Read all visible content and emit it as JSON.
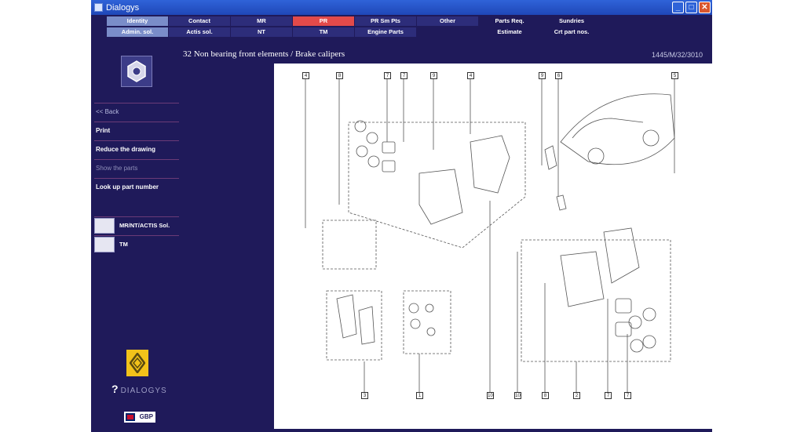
{
  "window": {
    "title": "Dialogys"
  },
  "menu": {
    "row1": [
      {
        "label": "Identity",
        "style": "light"
      },
      {
        "label": "Contact",
        "style": "dark"
      },
      {
        "label": "MR",
        "style": "dark"
      },
      {
        "label": "PR",
        "style": "red"
      },
      {
        "label": "PR Sm Pts",
        "style": "dark"
      },
      {
        "label": "Other",
        "style": "dark"
      },
      {
        "label": "Parts Req.",
        "style": "none"
      },
      {
        "label": "Sundries",
        "style": "none"
      }
    ],
    "row2": [
      {
        "label": "Admin. sol.",
        "style": "light"
      },
      {
        "label": "Actis sol.",
        "style": "dark"
      },
      {
        "label": "NT",
        "style": "dark"
      },
      {
        "label": "TM",
        "style": "dark"
      },
      {
        "label": "Engine Parts",
        "style": "dark"
      },
      {
        "label": "",
        "style": "none"
      },
      {
        "label": "Estimate",
        "style": "none"
      },
      {
        "label": "Crt part nos.",
        "style": "none"
      }
    ]
  },
  "header": {
    "subtitle": "32 Non bearing front elements / Brake calipers",
    "reference": "1445/M/32/3010"
  },
  "sidebar": {
    "items": [
      {
        "label": "<< Back",
        "state": "back"
      },
      {
        "label": "Print",
        "state": "active"
      },
      {
        "label": "Reduce the drawing",
        "state": "active"
      },
      {
        "label": "Show the parts",
        "state": "dim"
      },
      {
        "label": "Look up part number",
        "state": "active"
      }
    ],
    "docs": [
      {
        "label": "MR/NT/ACTIS Sol."
      },
      {
        "label": "TM"
      }
    ],
    "brand": "DIALOGYS",
    "language": "GBP"
  },
  "drawing": {
    "top_tags": [
      "4",
      "8",
      "7",
      "7",
      "9",
      "4",
      "9",
      "6",
      "5"
    ],
    "bottom_tags": [
      "3",
      "1",
      "10",
      "10",
      "8",
      "2",
      "7",
      "7"
    ]
  },
  "colors": {
    "frame": "#1f1a5a",
    "accent": "#e24a4a",
    "menu_light": "#7a8dc9",
    "menu_dark": "#2d2d7a"
  }
}
